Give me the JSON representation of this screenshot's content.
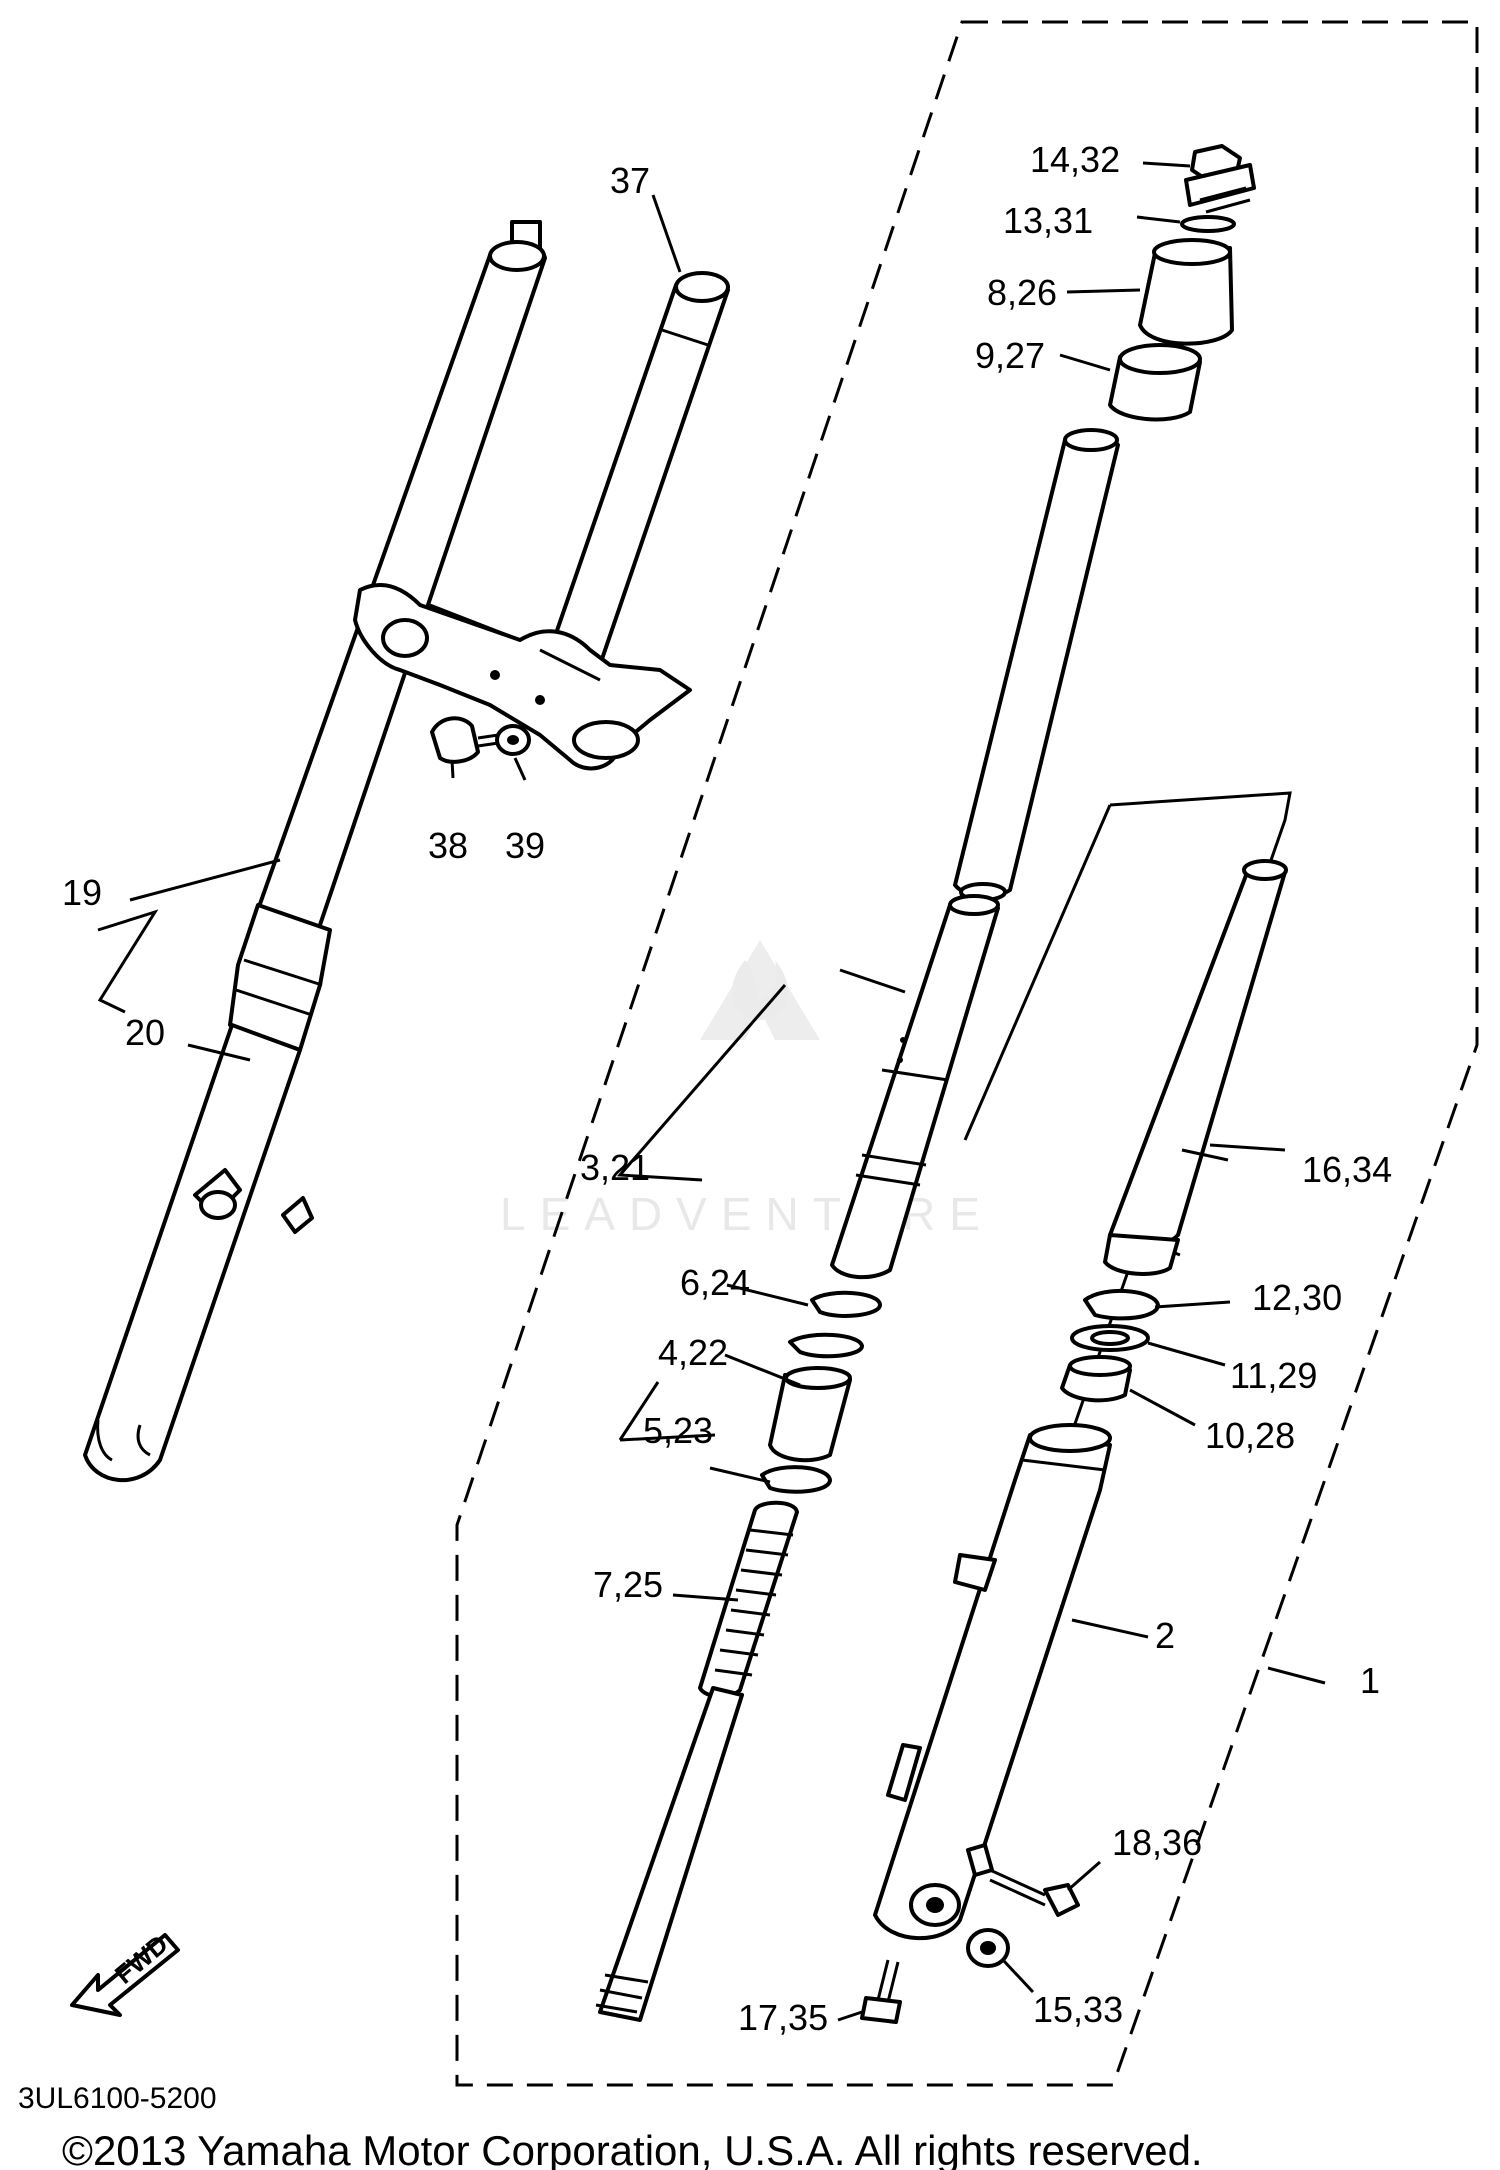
{
  "diagram": {
    "part_code": "3UL6100-5200",
    "copyright": "©2013 Yamaha Motor Corporation, U.S.A. All rights reserved.",
    "watermark": "LEADVENTURE",
    "fwd_label": "FWD",
    "callouts": {
      "c1": "1",
      "c2": "2",
      "c3_21": "3,21",
      "c4_22": "4,22",
      "c5_23": "5,23",
      "c6_24": "6,24",
      "c7_25": "7,25",
      "c8_26": "8,26",
      "c9_27": "9,27",
      "c10_28": "10,28",
      "c11_29": "11,29",
      "c12_30": "12,30",
      "c13_31": "13,31",
      "c14_32": "14,32",
      "c15_33": "15,33",
      "c16_34": "16,34",
      "c17_35": "17,35",
      "c18_36": "18,36",
      "c19": "19",
      "c20": "20",
      "c37": "37",
      "c38": "38",
      "c39": "39"
    }
  }
}
